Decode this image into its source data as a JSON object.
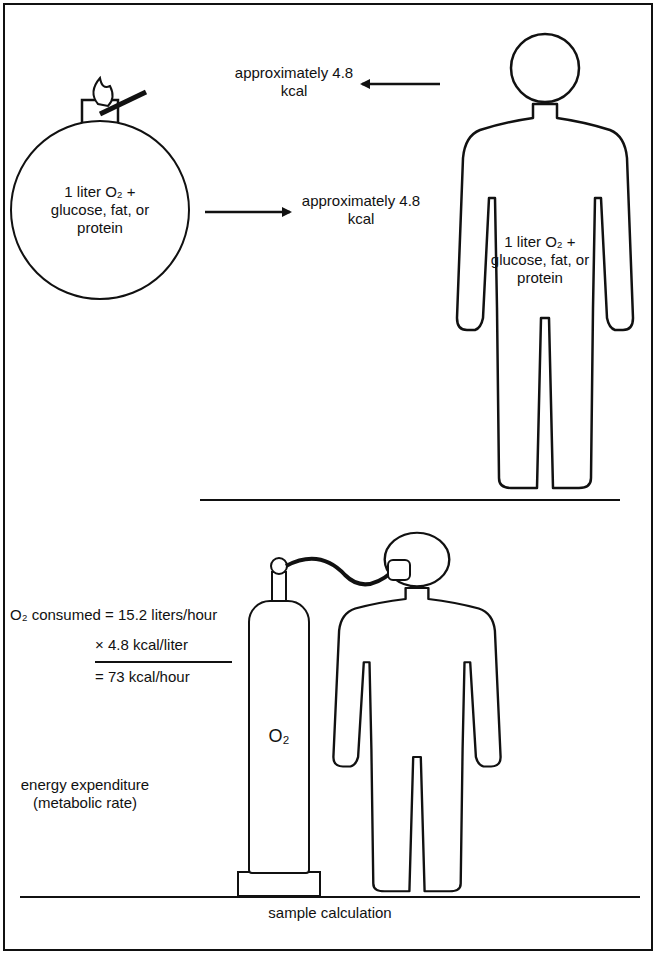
{
  "diagram": {
    "nodes": [
      {
        "text": [
          "1 liter O₂ + glucose, fat, or protein"
        ]
      },
      {
        "text": [
          "1 liter O₂ + glucose, fat, or protein"
        ]
      },
      {
        "text": [
          "O₂"
        ]
      }
    ],
    "labels": [
      "approximately 4.8 kcal",
      "approximately 4.8 kcal",
      "O₂ consumed = 15.2 liters/hour",
      "× 4.8 kcal/liter",
      "= 73 kcal/hour",
      "energy expenditure (metabolic rate)",
      "sample calculation"
    ]
  }
}
